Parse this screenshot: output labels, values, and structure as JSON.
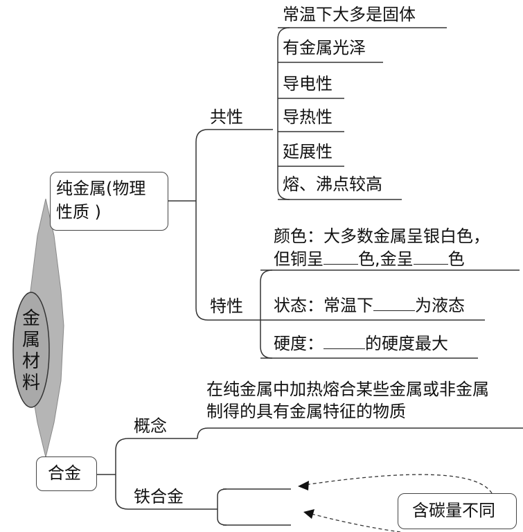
{
  "root": {
    "label_chars": [
      "金",
      "属",
      "材",
      "料"
    ]
  },
  "pure_metal": {
    "label_line1": "纯金属(物理",
    "label_line2": "性质 )",
    "common": {
      "label": "共性",
      "items": [
        "常温下大多是固体",
        "有金属光泽",
        "导电性",
        "导热性",
        "延展性",
        "熔、沸点较高"
      ]
    },
    "special": {
      "label": "特性",
      "color_line1": "颜色：大多数金属呈银白色，",
      "color_line2_a": "但铜呈",
      "color_line2_b": "色,金呈",
      "color_line2_c": "色",
      "state_a": "状态：常温下",
      "state_b": "为液态",
      "hardness_a": "硬度：",
      "hardness_b": "的硬度最大"
    }
  },
  "alloy": {
    "label": "合金",
    "concept": {
      "label": "概念",
      "text_line1": "在纯金属中加热熔合某些金属或非金属",
      "text_line2": "制得的具有金属特征的物质"
    },
    "iron_alloy": {
      "label": "铁合金"
    },
    "carbon_note": "含碳量不同"
  }
}
